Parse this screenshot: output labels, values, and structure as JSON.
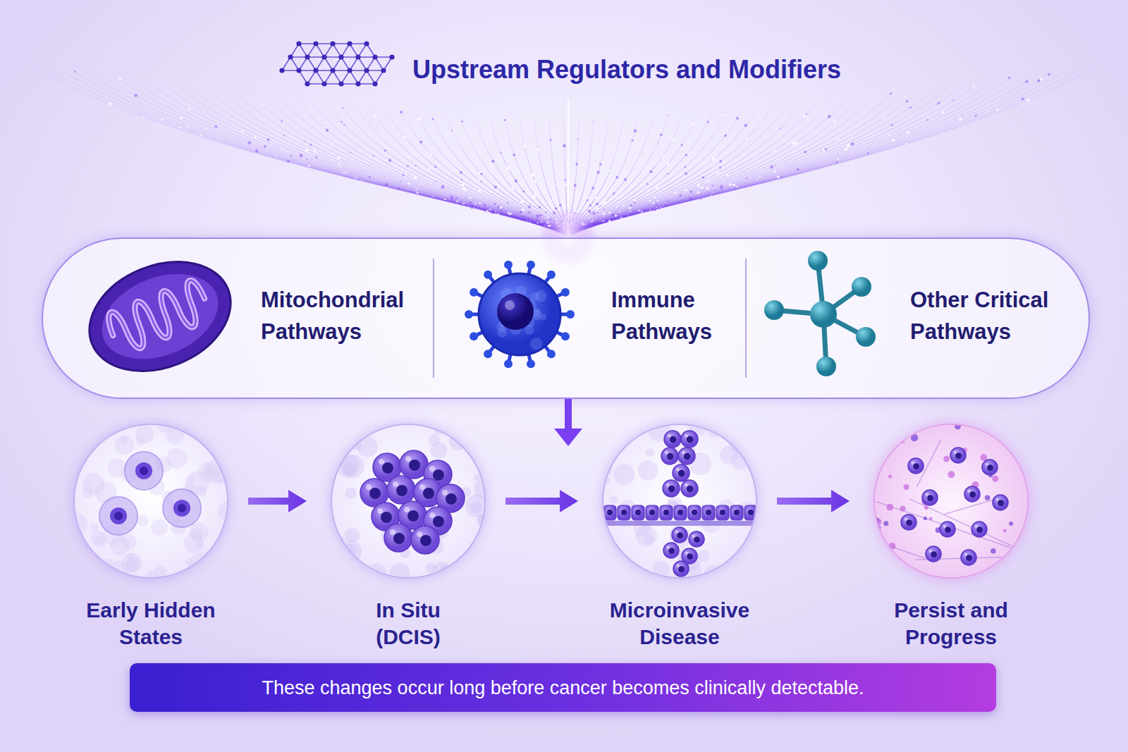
{
  "diagram": {
    "title": "Upstream Regulators and Modifiers",
    "caption": "These changes occur long before cancer becomes clinically detectable.",
    "nodes": [
      {
        "text": [
          "Mitochondrial Pathways"
        ]
      },
      {
        "text": [
          "Immune Pathways"
        ]
      },
      {
        "text": [
          "Other Critical Pathways"
        ]
      },
      {
        "text": [
          "Early Hidden States"
        ]
      },
      {
        "text": [
          "In Situ (DCIS)"
        ]
      },
      {
        "text": [
          "Microinvasive Disease"
        ]
      },
      {
        "text": [
          "Persist and Progress"
        ]
      }
    ],
    "edges": [
      {
        "from": 3,
        "to": 4,
        "arrow": "to"
      },
      {
        "from": 4,
        "to": 5,
        "arrow": "to"
      },
      {
        "from": 5,
        "to": 6,
        "arrow": "to"
      }
    ]
  }
}
